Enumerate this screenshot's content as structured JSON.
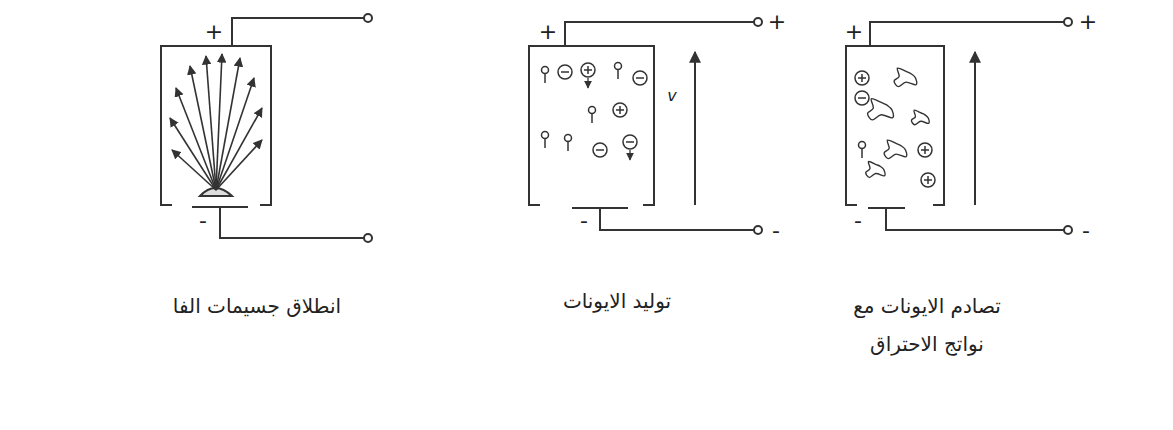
{
  "diagram": {
    "nodes": [
      {
        "text": [
          "انطلاق جسيمات الفا"
        ]
      },
      {
        "text": [
          "توليد الايونات"
        ]
      },
      {
        "text": [
          "تصادم الايونات مع نواتج الاحتراق"
        ]
      }
    ],
    "labels": [
      "+",
      "-",
      "+",
      "+",
      "v",
      "-",
      "-",
      "+",
      "+",
      "-",
      "-"
    ]
  }
}
